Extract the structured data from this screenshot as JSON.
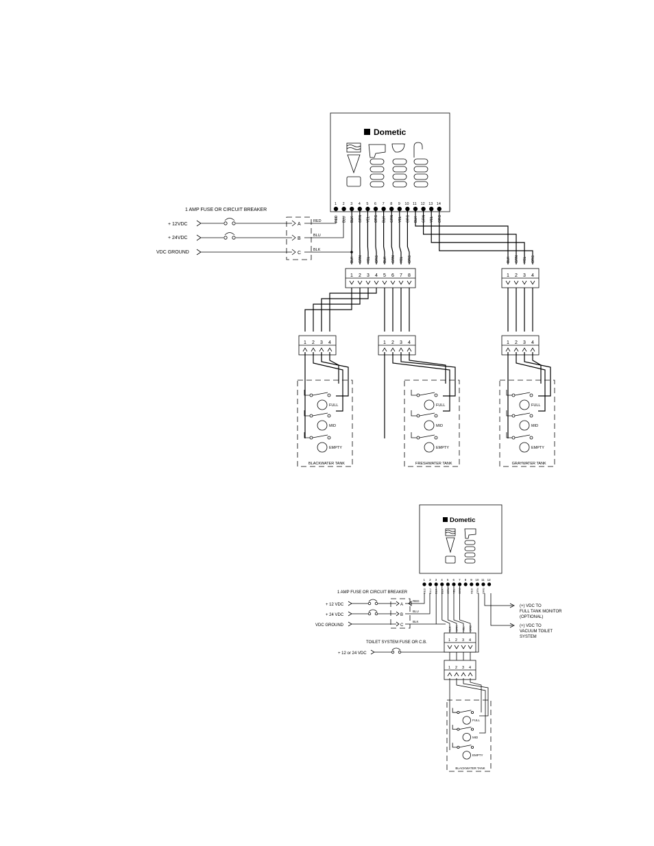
{
  "brand": "Dometic",
  "top": {
    "fuse_label": "1 AMP FUSE OR CIRCUIT BREAKER",
    "supplies": [
      "+ 12VDC",
      "+ 24VDC",
      "VDC GROUND"
    ],
    "inputs": [
      "A",
      "B",
      "C"
    ],
    "input_wires": [
      "RED",
      "BLU",
      "BLK"
    ],
    "terminals": [
      "1",
      "2",
      "3",
      "4",
      "5",
      "6",
      "7",
      "8",
      "9",
      "10",
      "11",
      "12",
      "13",
      "14"
    ],
    "terminal_wires": [
      "RED",
      "BLU",
      "BLK",
      "GRN",
      "YEL",
      "ORG",
      "BLK",
      "GRN",
      "YEL",
      "ORG",
      "BLK",
      "GRN",
      "YEL",
      "ORG"
    ],
    "connector_wires_8": [
      "BLK",
      "GRN",
      "YEL",
      "ORG",
      "BLK",
      "GRN",
      "YEL",
      "ORG"
    ],
    "connector_pins_8": [
      "1",
      "2",
      "3",
      "4",
      "5",
      "6",
      "7",
      "8"
    ],
    "connector_wires_4": [
      "BLK",
      "GRN",
      "YEL",
      "ORG"
    ],
    "connector_pins_4": [
      "1",
      "2",
      "3",
      "4"
    ],
    "sensors": [
      "FULL",
      "MID",
      "EMPTY"
    ],
    "tanks": [
      "BLACKWATER TANK",
      "FRESHWATER TANK",
      "GRAYWATER TANK"
    ]
  },
  "bottom": {
    "brand": "Dometic",
    "fuse_label": "1 AMP FUSE OR CIRCUIT BREAKER",
    "supplies": [
      "+ 12 VDC",
      "+ 24 VDC",
      "VDC GROUND"
    ],
    "inputs": [
      "A",
      "B",
      "C"
    ],
    "input_wires": [
      "RED",
      "BLU",
      "BLK"
    ],
    "terminals": [
      "1",
      "2",
      "3",
      "4",
      "5",
      "6",
      "7",
      "8",
      "9",
      "10",
      "11",
      "12"
    ],
    "terminal_wires": [
      "RED",
      "BLU",
      "BLK",
      "BLK",
      "GRN",
      "YEL",
      "ORG",
      "RED",
      "GRN",
      "ORG"
    ],
    "connector_wires": [
      "BLK",
      "GRN",
      "YEL",
      "ORG"
    ],
    "connector_pins": [
      "1",
      "2",
      "3",
      "4"
    ],
    "toilet_fuse_label": "TOILET SYSTEM FUSE OR C.B.",
    "toilet_supply": "+ 12 or 24 VDC",
    "output_full": [
      "(+) VDC TO",
      "FULL TANK MONITOR",
      "(OPTIONAL)"
    ],
    "output_vacuum": [
      "(+) VDC TO",
      "VACUUM TOILET",
      "SYSTEM"
    ],
    "sensors": [
      "FULL",
      "MID",
      "EMPTY"
    ],
    "tank": "BLACKWATER TANK"
  }
}
